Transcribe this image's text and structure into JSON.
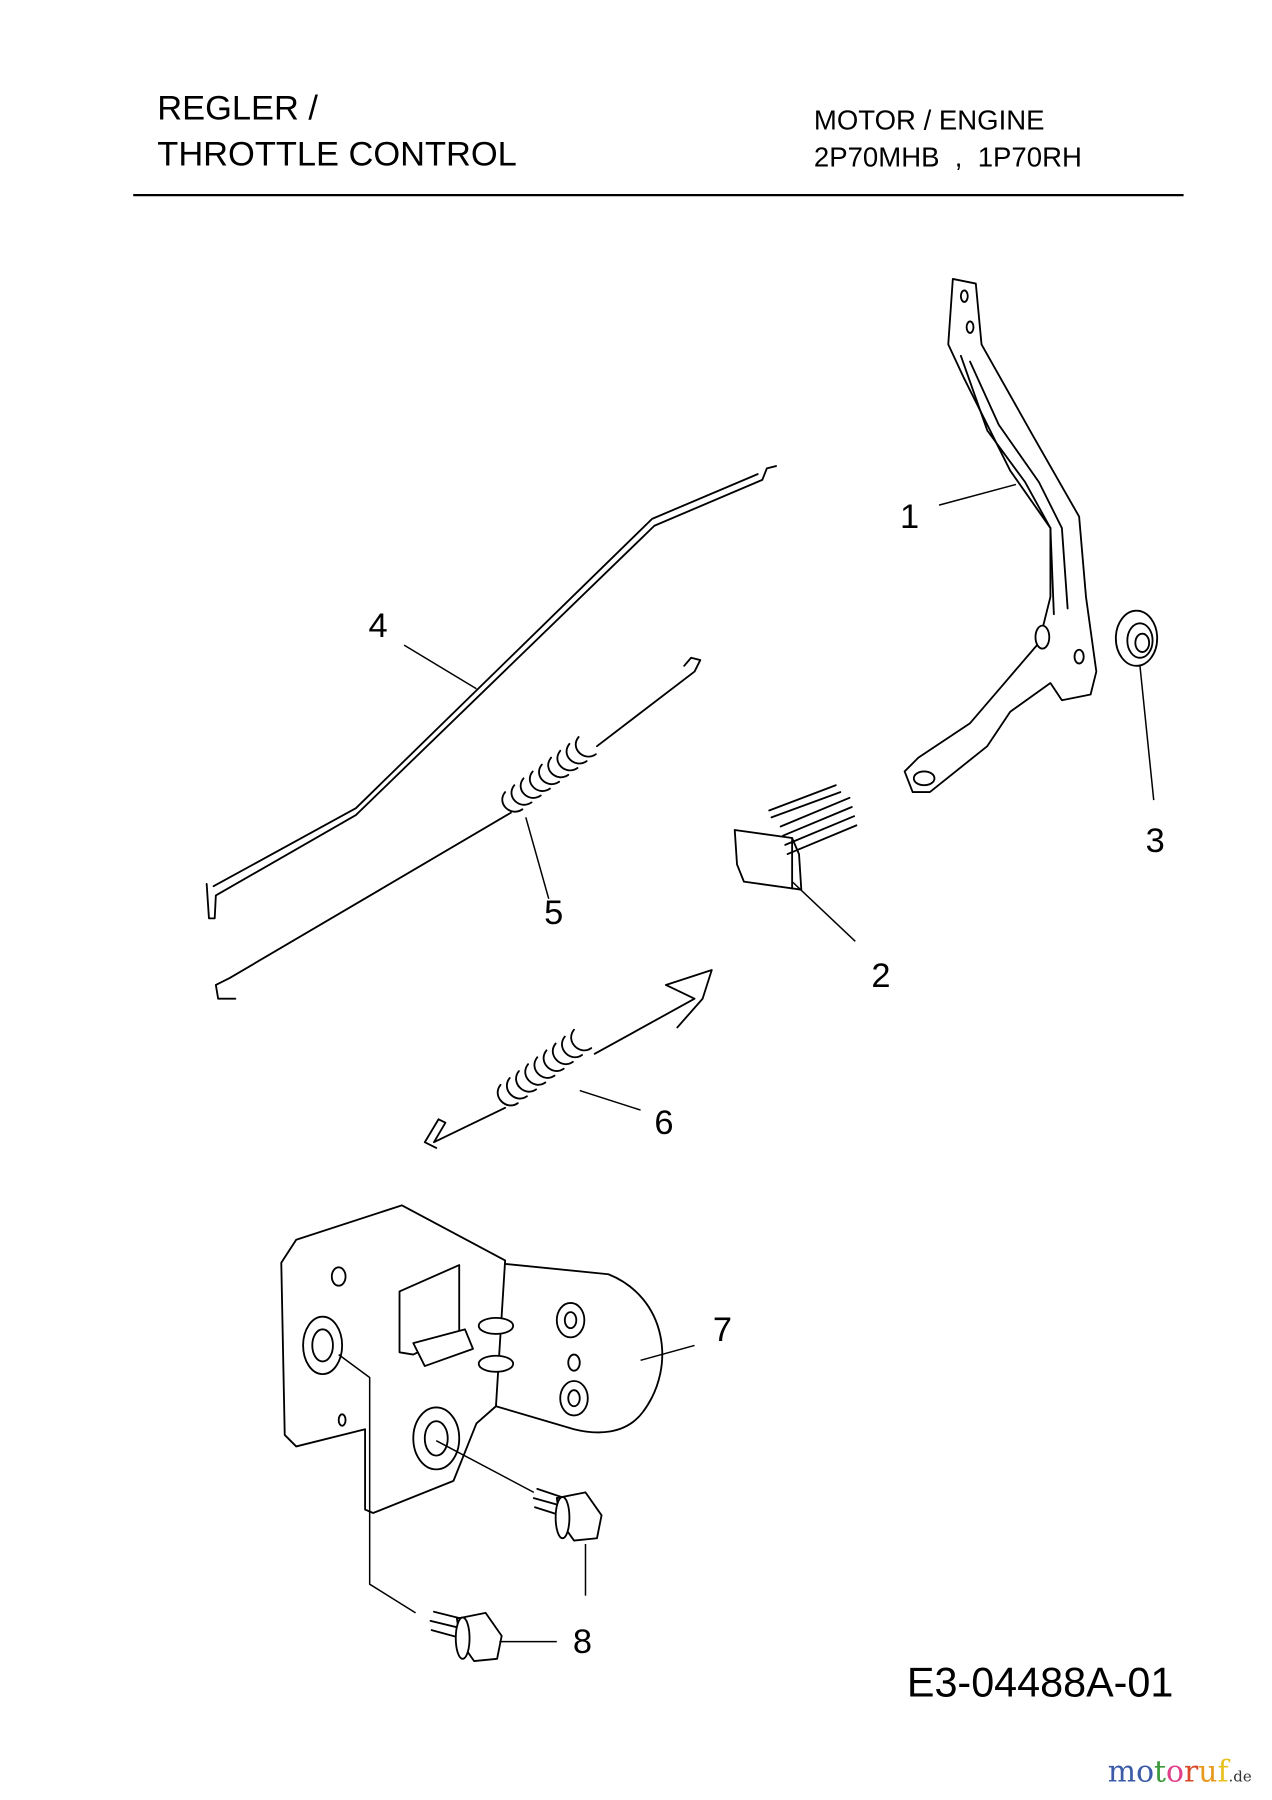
{
  "header": {
    "title_line1": "REGLER /",
    "title_line2": "THROTTLE CONTROL",
    "engine_label": "MOTOR / ENGINE",
    "engine_models": "2P70MHB  ,  1P70RH"
  },
  "callouts": [
    "1",
    "2",
    "3",
    "4",
    "5",
    "6",
    "7",
    "8"
  ],
  "diagram_code": "E3-04488A-01",
  "logo": {
    "text": "motoruf",
    "suffix": ".de",
    "colors": [
      "#3b5ba8",
      "#3b5ba8",
      "#3a9a3a",
      "#e0408a",
      "#d84a2a",
      "#e89a20",
      "#e8c020"
    ]
  }
}
